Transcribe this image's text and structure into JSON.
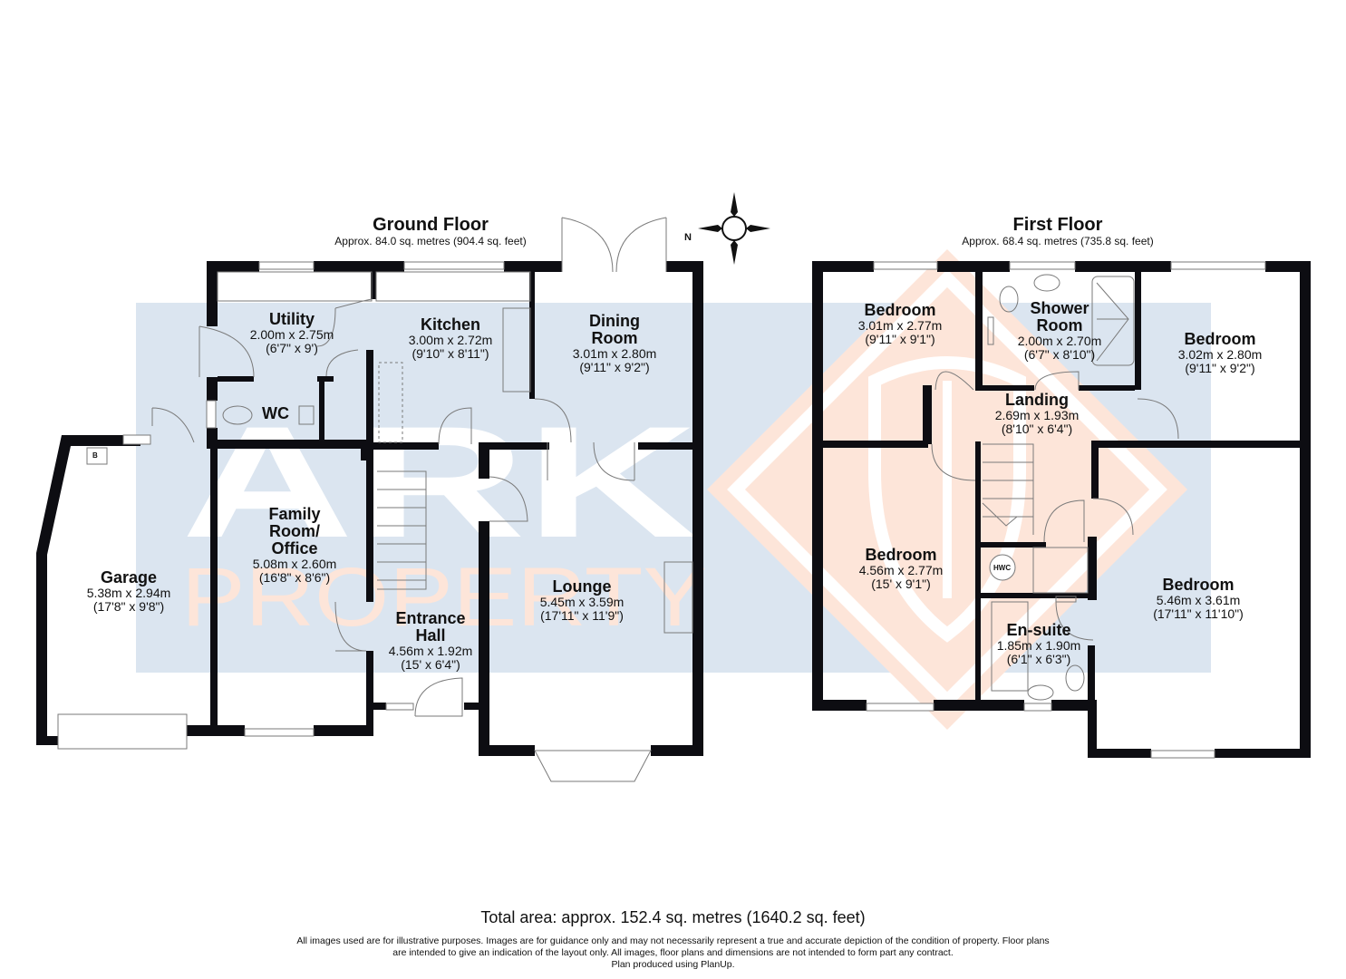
{
  "ground_floor": {
    "title": "Ground Floor",
    "area": "Approx. 84.0 sq. metres (904.4 sq. feet)",
    "rooms": [
      {
        "name": "Utility",
        "metric": "2.00m x 2.75m",
        "imperial": "(6'7\" x 9')"
      },
      {
        "name": "Kitchen",
        "metric": "3.00m x 2.72m",
        "imperial": "(9'10\" x 8'11\")"
      },
      {
        "name": "Dining Room",
        "name_lines": [
          "Dining",
          "Room"
        ],
        "metric": "3.01m x 2.80m",
        "imperial": "(9'11\" x 9'2\")"
      },
      {
        "name": "WC",
        "metric": "",
        "imperial": ""
      },
      {
        "name": "Family Room/ Office",
        "name_lines": [
          "Family",
          "Room/",
          "Office"
        ],
        "metric": "5.08m x 2.60m",
        "imperial": "(16'8\" x 8'6\")"
      },
      {
        "name": "Garage",
        "metric": "5.38m x 2.94m",
        "imperial": "(17'8\" x 9'8\")"
      },
      {
        "name": "Entrance Hall",
        "name_lines": [
          "Entrance",
          "Hall"
        ],
        "metric": "4.56m x 1.92m",
        "imperial": "(15' x 6'4\")"
      },
      {
        "name": "Lounge",
        "metric": "5.45m x 3.59m",
        "imperial": "(17'11\" x 11'9\")"
      }
    ],
    "boiler_label": "B"
  },
  "first_floor": {
    "title": "First Floor",
    "area": "Approx. 68.4 sq. metres (735.8 sq. feet)",
    "rooms": [
      {
        "name": "Bedroom",
        "metric": "3.01m x 2.77m",
        "imperial": "(9'11\" x 9'1\")"
      },
      {
        "name": "Shower Room",
        "name_lines": [
          "Shower",
          "Room"
        ],
        "metric": "2.00m x 2.70m",
        "imperial": "(6'7\" x 8'10\")"
      },
      {
        "name": "Bedroom",
        "metric": "3.02m x 2.80m",
        "imperial": "(9'11\" x 9'2\")"
      },
      {
        "name": "Landing",
        "metric": "2.69m x 1.93m",
        "imperial": "(8'10\" x 6'4\")"
      },
      {
        "name": "Bedroom",
        "metric": "4.56m x 2.77m",
        "imperial": "(15' x 9'1\")"
      },
      {
        "name": "En-suite",
        "metric": "1.85m x 1.90m",
        "imperial": "(6'1\" x 6'3\")"
      },
      {
        "name": "Bedroom",
        "metric": "5.46m x 3.61m",
        "imperial": "(17'11\" x 11'10\")"
      }
    ],
    "hwc_label": "HWC"
  },
  "compass": {
    "label": "N",
    "icon": "compass-rose-icon"
  },
  "watermark": {
    "line1": "ARK",
    "line2": "PROPERTY",
    "blue": "#dbe5f0",
    "orange": "#fde5d9"
  },
  "colors": {
    "wall": "#0d0d12",
    "fixture_line": "#7a7a7a",
    "text": "#111111"
  },
  "footer": {
    "total_area": "Total area: approx. 152.4 sq. metres (1640.2 sq. feet)",
    "disclaimer_1": "All images used are for illustrative purposes. Images are for guidance only and may not necessarily represent a true and accurate depiction of the condition of property. Floor plans",
    "disclaimer_2": "are intended to give an indication of the layout only. All images, floor plans and dimensions are not intended to form part any contract.",
    "disclaimer_3": "Plan produced using PlanUp."
  }
}
